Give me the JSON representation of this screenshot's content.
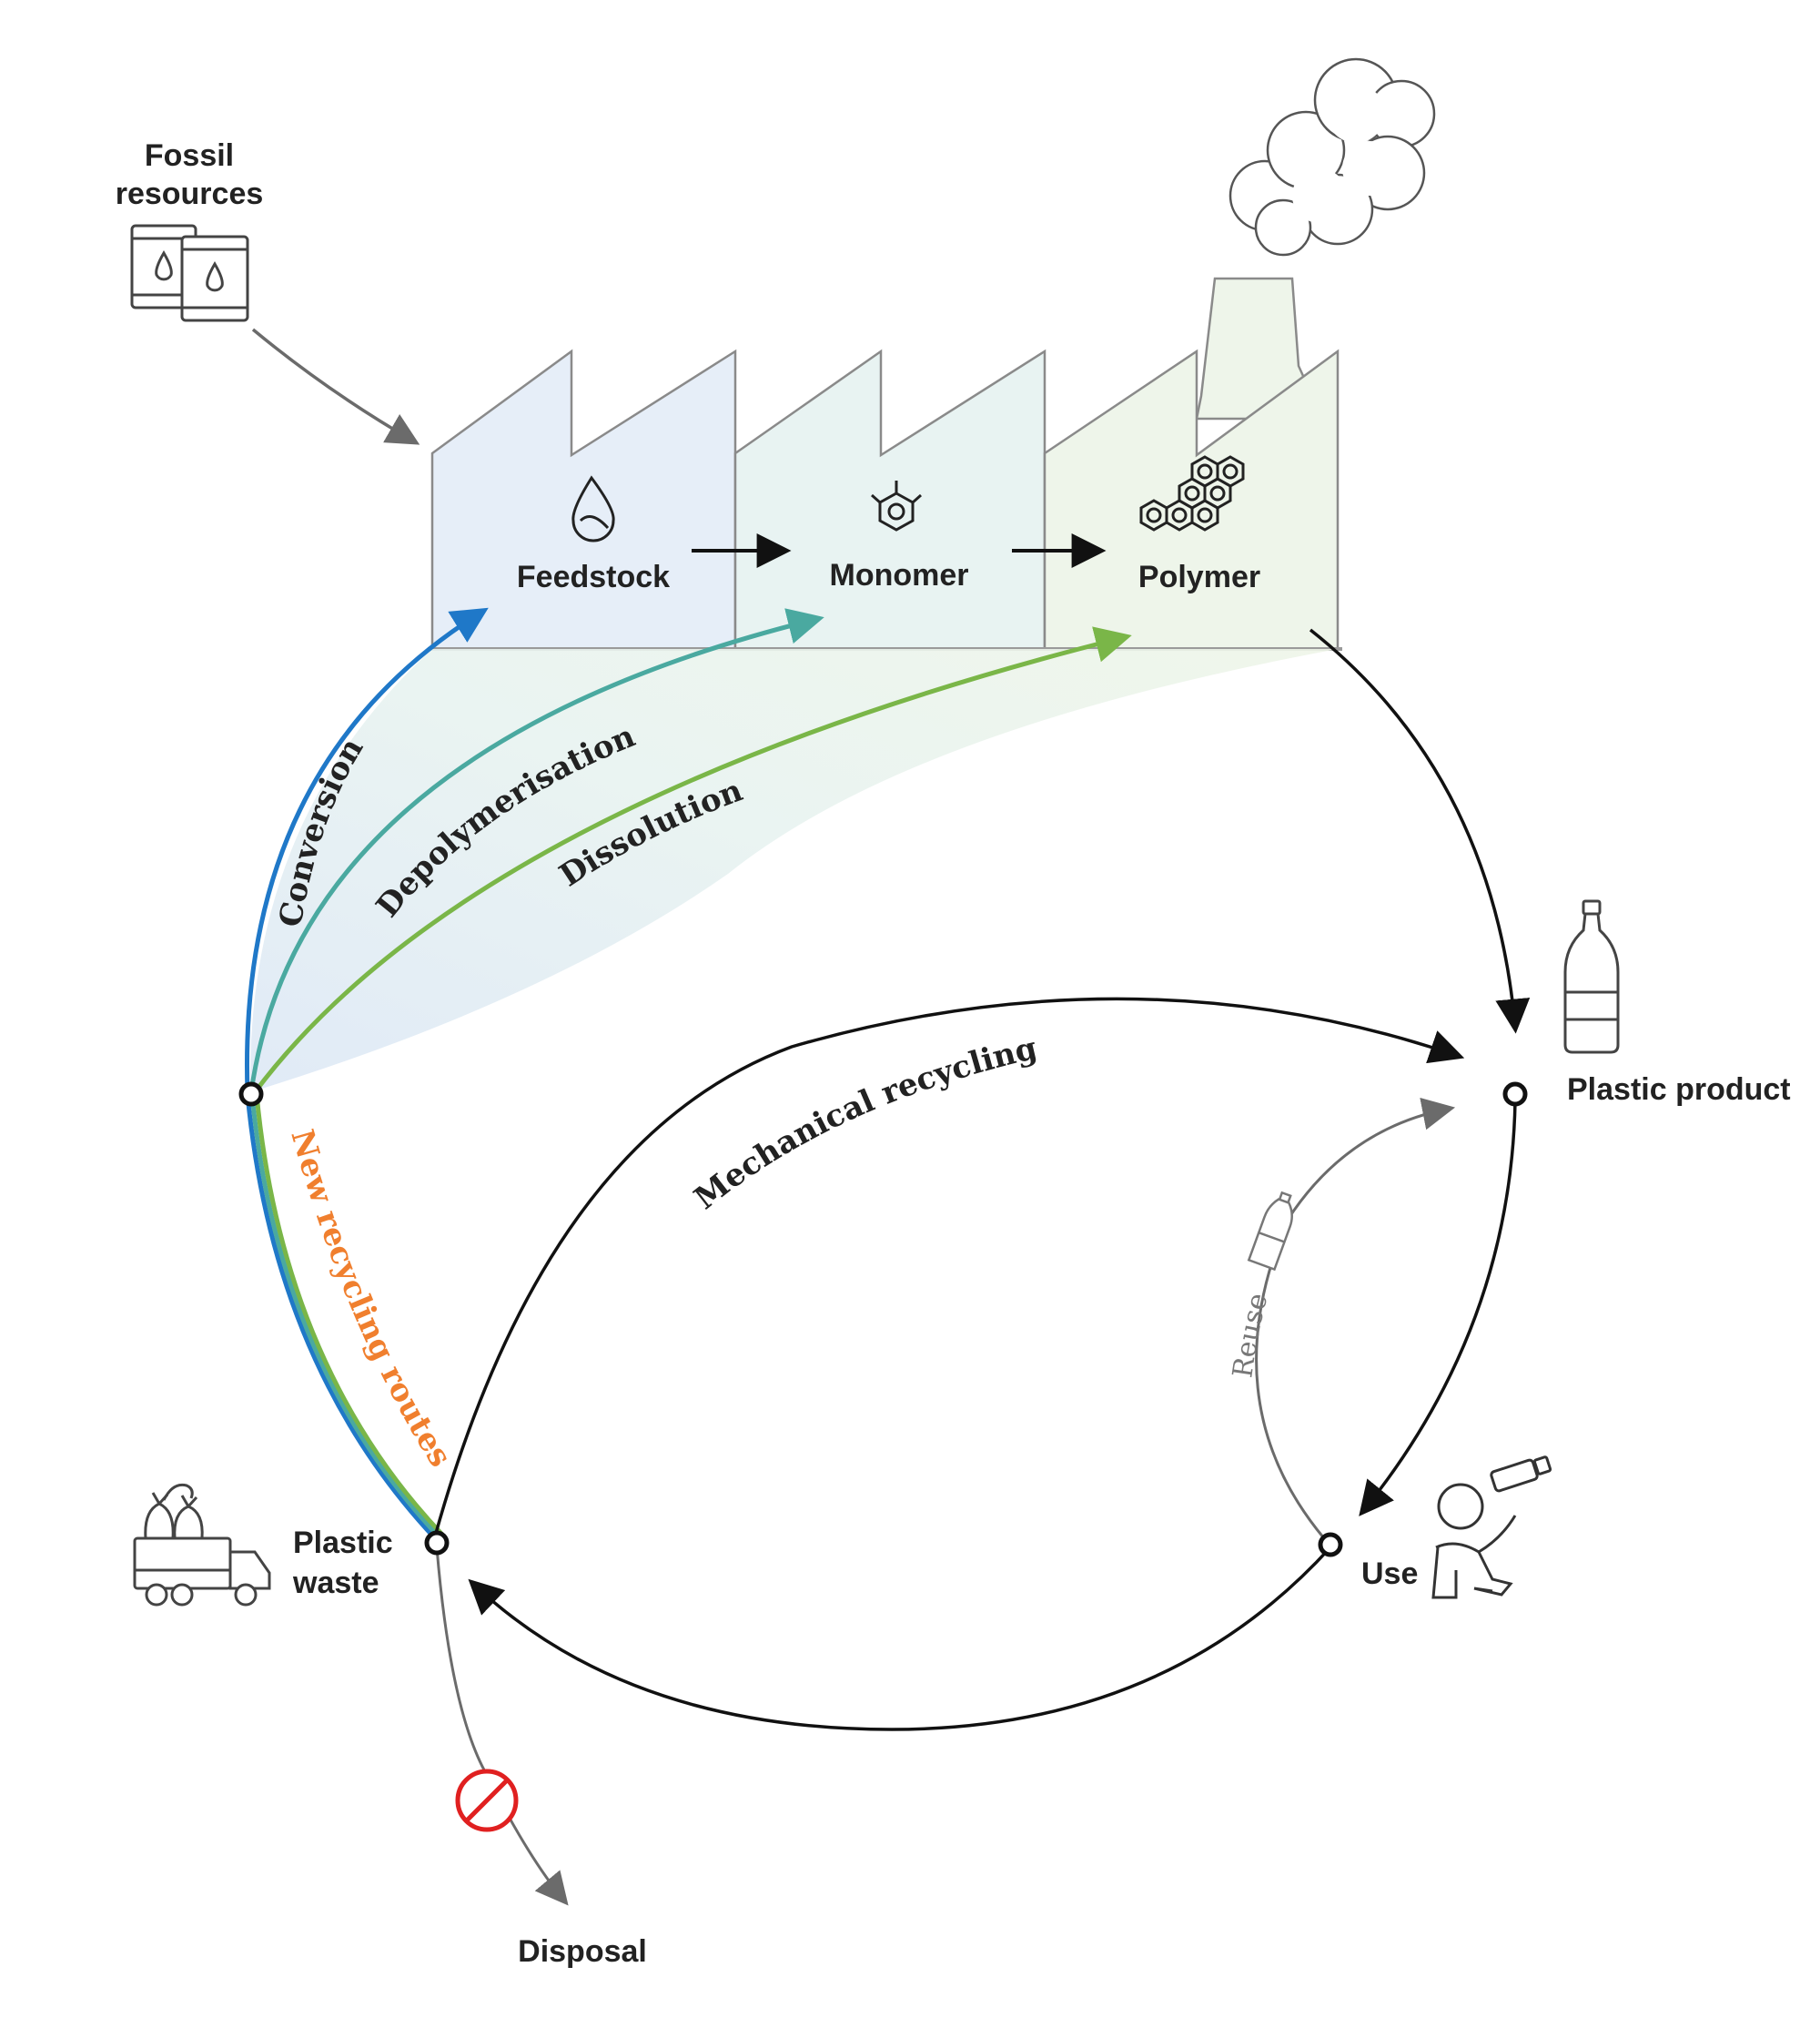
{
  "labels": {
    "fossil_line1": "Fossil",
    "fossil_line2": "resources",
    "feedstock": "Feedstock",
    "monomer": "Monomer",
    "polymer": "Polymer",
    "plastic_product": "Plastic product",
    "use": "Use",
    "plastic_waste_line1": "Plastic",
    "plastic_waste_line2": "waste",
    "disposal": "Disposal"
  },
  "routes": {
    "conversion": "Conversion",
    "depolymerisation": "Depolymerisation",
    "dissolution": "Dissolution",
    "new_recycling": "New recycling routes",
    "mechanical": "Mechanical recycling",
    "reuse": "Reuse"
  },
  "colors": {
    "conversion": "#1f78c8",
    "depolymerisation": "#4aa9a0",
    "dissolution": "#7ab648",
    "new_recycling_text": "#f07f2e",
    "feedstock_fill": "#e6eef8",
    "monomer_fill": "#e8f3f2",
    "polymer_fill": "#eef5ea",
    "prohibit": "#e02020",
    "arrow_black": "#111111",
    "arrow_grey": "#6b6b6b"
  },
  "icons": [
    "oil-barrels-icon",
    "droplet-icon",
    "monomer-molecule-icon",
    "polymer-molecule-icon",
    "smoke-cloud-icon",
    "bottle-icon",
    "small-bottle-icon",
    "person-drinking-icon",
    "garbage-truck-icon",
    "prohibit-icon"
  ]
}
